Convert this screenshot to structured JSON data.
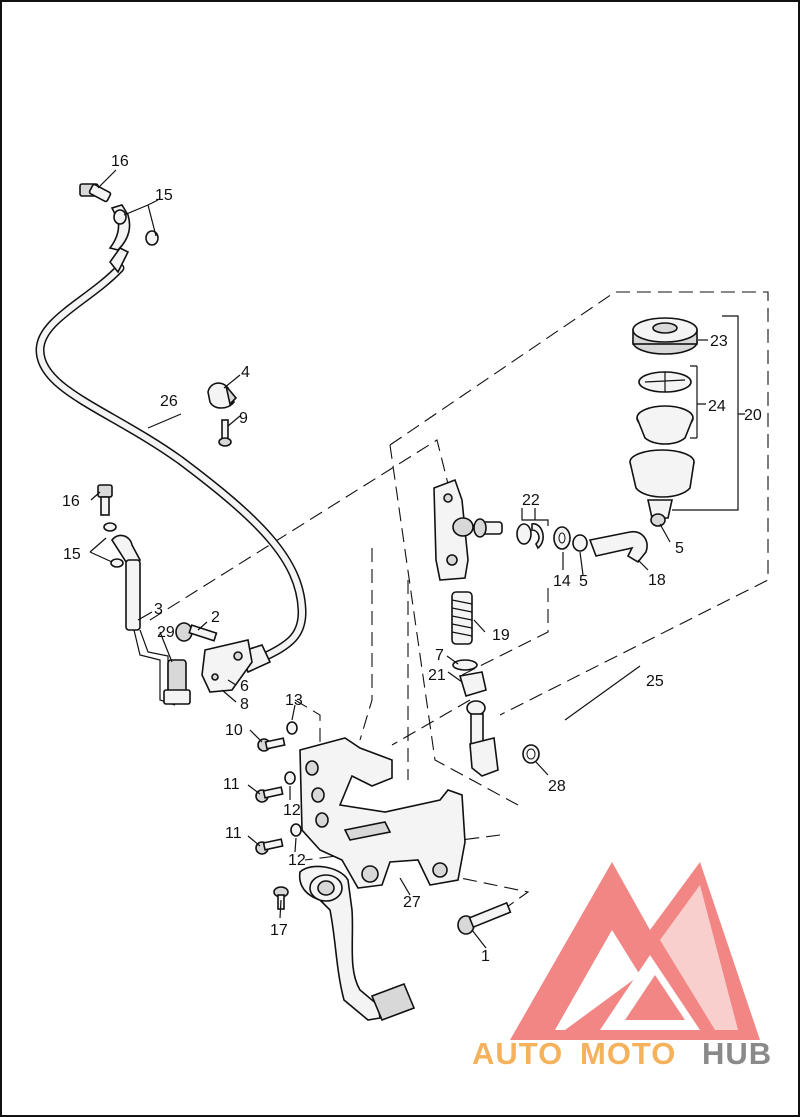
{
  "diagram": {
    "callouts": [
      "1",
      "2",
      "3",
      "4",
      "5",
      "5",
      "6",
      "7",
      "8",
      "9",
      "10",
      "11",
      "11",
      "12",
      "12",
      "13",
      "14",
      "15",
      "15",
      "16",
      "16",
      "17",
      "18",
      "19",
      "20",
      "21",
      "22",
      "23",
      "24",
      "25",
      "26",
      "27",
      "28",
      "29"
    ]
  },
  "watermark": {
    "brand_part1": "AUTO",
    "brand_part2": "MOTO",
    "brand_part3": "HUB",
    "color_red": "#f07a78",
    "color_orange": "#f5b25c",
    "color_gray": "#8a8a8a"
  }
}
